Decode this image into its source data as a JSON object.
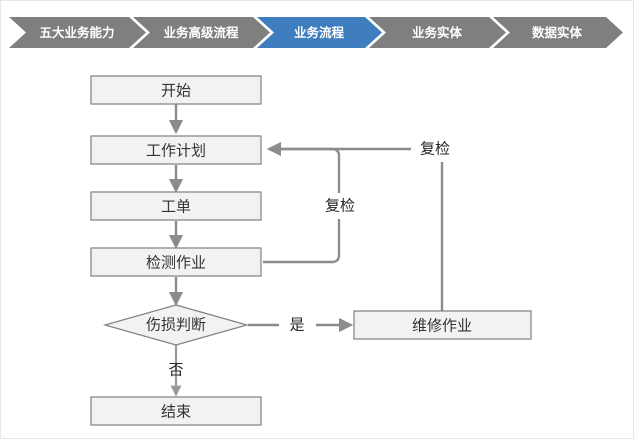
{
  "breadcrumb": {
    "active_color": "#3E7EBF",
    "inactive_color": "#7F7F7F",
    "label_color": "#FFFFFF",
    "items": [
      {
        "label": "五大业务能力",
        "active": false
      },
      {
        "label": "业务高级流程",
        "active": false
      },
      {
        "label": "业务流程",
        "active": true
      },
      {
        "label": "业务实体",
        "active": false
      },
      {
        "label": "数据实体",
        "active": false
      }
    ]
  },
  "flowchart": {
    "node_fill": "#F2F2F2",
    "node_border": "#808080",
    "connector_color": "#8C8C8C",
    "nodes": [
      {
        "id": "start",
        "label": "开始",
        "shape": "box"
      },
      {
        "id": "plan",
        "label": "工作计划",
        "shape": "box"
      },
      {
        "id": "order",
        "label": "工单",
        "shape": "box"
      },
      {
        "id": "inspect",
        "label": "检测作业",
        "shape": "box"
      },
      {
        "id": "decide",
        "label": "伤损判断",
        "shape": "diamond"
      },
      {
        "id": "repair",
        "label": "维修作业",
        "shape": "box"
      },
      {
        "id": "end",
        "label": "结束",
        "shape": "box"
      }
    ],
    "edge_labels": {
      "yes": "是",
      "no": "否",
      "recheck_inner": "复检",
      "recheck_outer": "复检"
    }
  }
}
